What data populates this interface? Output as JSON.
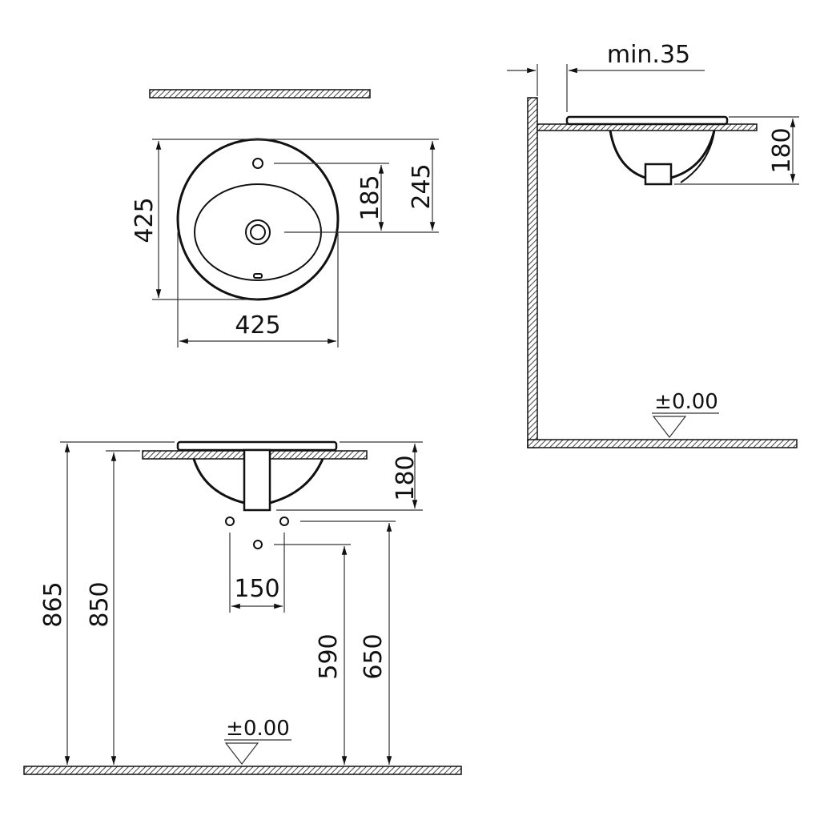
{
  "top_view": {
    "width_label": "425",
    "depth_label": "425",
    "tap_to_drain_label": "185",
    "edge_to_drain_label": "245"
  },
  "side_view": {
    "min_clearance_label": "min.35",
    "height_label": "180",
    "floor_level_label": "±0.00"
  },
  "front_view": {
    "height_label": "180",
    "spacing_label": "150",
    "rim_height_label": "865",
    "counter_height_label": "850",
    "lower_connection_label": "590",
    "upper_connection_label": "650",
    "floor_level_label": "±0.00"
  }
}
